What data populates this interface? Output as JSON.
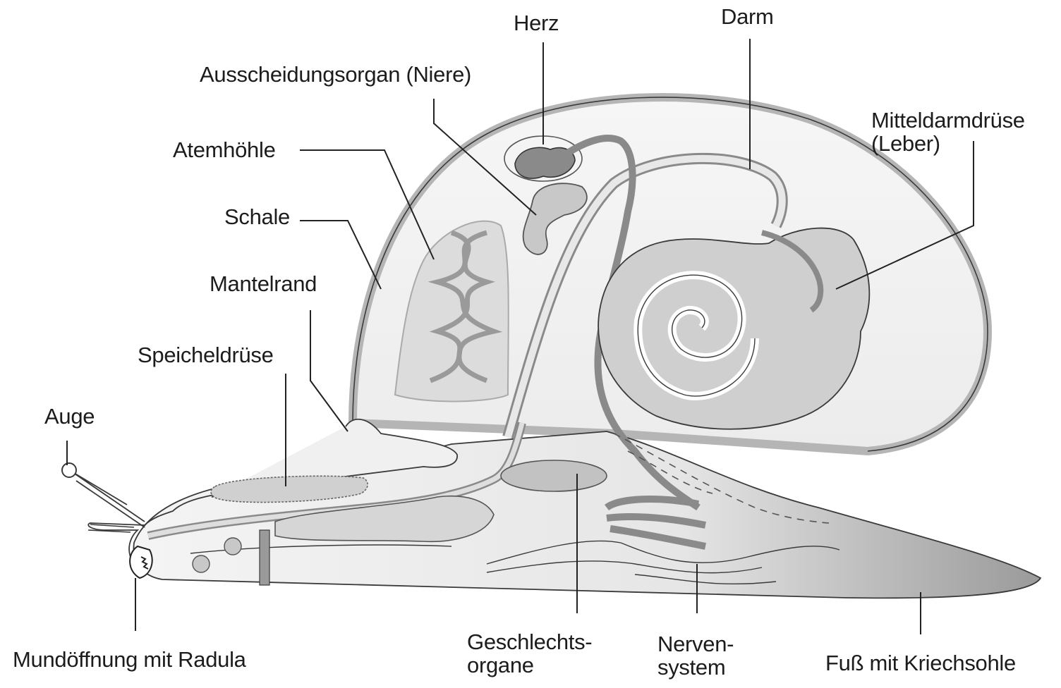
{
  "labels": {
    "herz": "Herz",
    "darm": "Darm",
    "niere": "Ausscheidungsorgan (Niere)",
    "mitteldarmdruese": "Mitteldarmdrüse\n(Leber)",
    "atemhoehle": "Atemhöhle",
    "schale": "Schale",
    "mantelrand": "Mantelrand",
    "speicheldruese": "Speicheldrüse",
    "auge": "Auge",
    "mundoeffnung": "Mundöffnung mit Radula",
    "geschlechtsorgane": "Geschlechts-\norgane",
    "nervensystem": "Nerven-\nsystem",
    "fuss": "Fuß mit Kriechsohle"
  },
  "colors": {
    "outline": "#3a3a3a",
    "organ_fill": "#c8c8c8",
    "organ_dark": "#8a8a8a",
    "shell_rim": "#b0b0b0",
    "body_light": "#ebebeb"
  }
}
